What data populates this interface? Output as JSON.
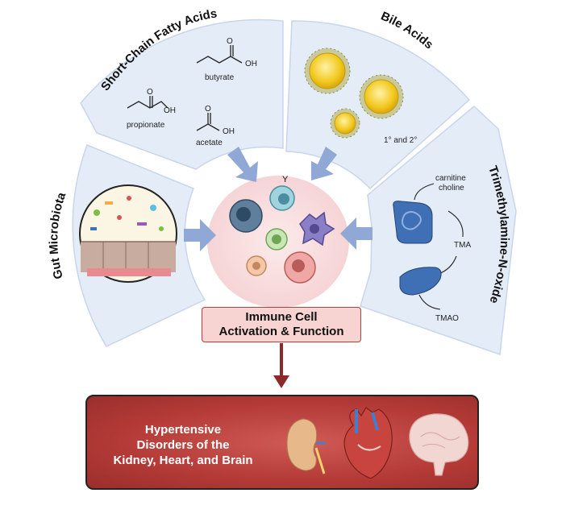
{
  "sections": {
    "scfa": {
      "title": "Short-Chain Fatty Acids",
      "molecules": [
        "butyrate",
        "propionate",
        "acetate"
      ],
      "oh": "OH",
      "o": "O"
    },
    "bile": {
      "title": "Bile Acids",
      "note": "1° and 2°"
    },
    "tmao": {
      "title": "Trimethylamine-N-oxide",
      "precursor_1": "carnitine",
      "precursor_2": "choline",
      "step_1": "TMA",
      "step_2": "TMAO"
    },
    "gut": {
      "title": "Gut Microbiota"
    }
  },
  "center": {
    "line_1": "Immune Cell",
    "line_2": "Activation & Function"
  },
  "outcome": {
    "line_1": "Hypertensive",
    "line_2": "Disorders of the",
    "line_3": "Kidney, Heart, and Brain"
  },
  "colors": {
    "panel_fill": "#e4ecf7",
    "panel_stroke": "#c9d6ea",
    "arrow_blue": "#8fa8d6",
    "dark_red": "#8b2a28",
    "outcome_red": "#b33a36"
  }
}
